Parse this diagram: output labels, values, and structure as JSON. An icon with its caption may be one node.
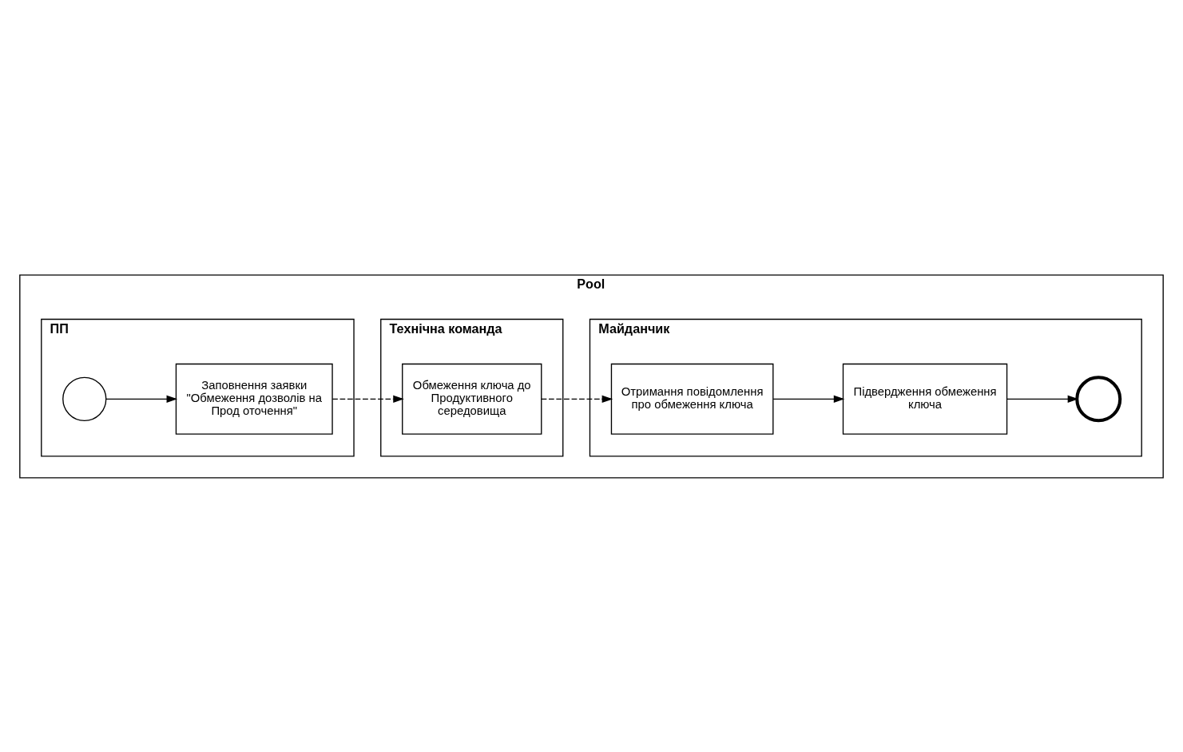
{
  "diagram": {
    "nodes": [
      {
        "text": [
          "Pool"
        ]
      },
      {
        "text": [
          "Майданчик"
        ],
        "in": 0
      },
      {
        "text": [
          "Отримання повідомлення про обмеження ключа"
        ],
        "in": 1
      },
      {
        "text": [
          "Підвердження обмеження ключа"
        ],
        "in": 1
      },
      {
        "text": [],
        "shape": "circle",
        "in": 1
      },
      {
        "text": [
          "ПП"
        ],
        "in": 0
      },
      {
        "text": [],
        "shape": "circle",
        "in": 5
      },
      {
        "text": [
          "Заповнення заявки \"Обмеження дозволів на Прод оточення\""
        ],
        "in": 5
      },
      {
        "text": [
          "Технічна команда"
        ],
        "in": 0
      },
      {
        "text": [
          "Обмеження ключа до Продуктивного середовища"
        ],
        "in": 8
      }
    ],
    "edges": [
      {
        "from": 6,
        "to": 7,
        "arrow": "to"
      },
      {
        "from": 7,
        "to": 9,
        "arrow": "to",
        "style": "dashed"
      },
      {
        "from": 9,
        "to": 2,
        "arrow": "to",
        "style": "dashed"
      },
      {
        "from": 2,
        "to": 3,
        "arrow": "to"
      },
      {
        "from": 3,
        "to": 4,
        "arrow": "to"
      }
    ]
  }
}
